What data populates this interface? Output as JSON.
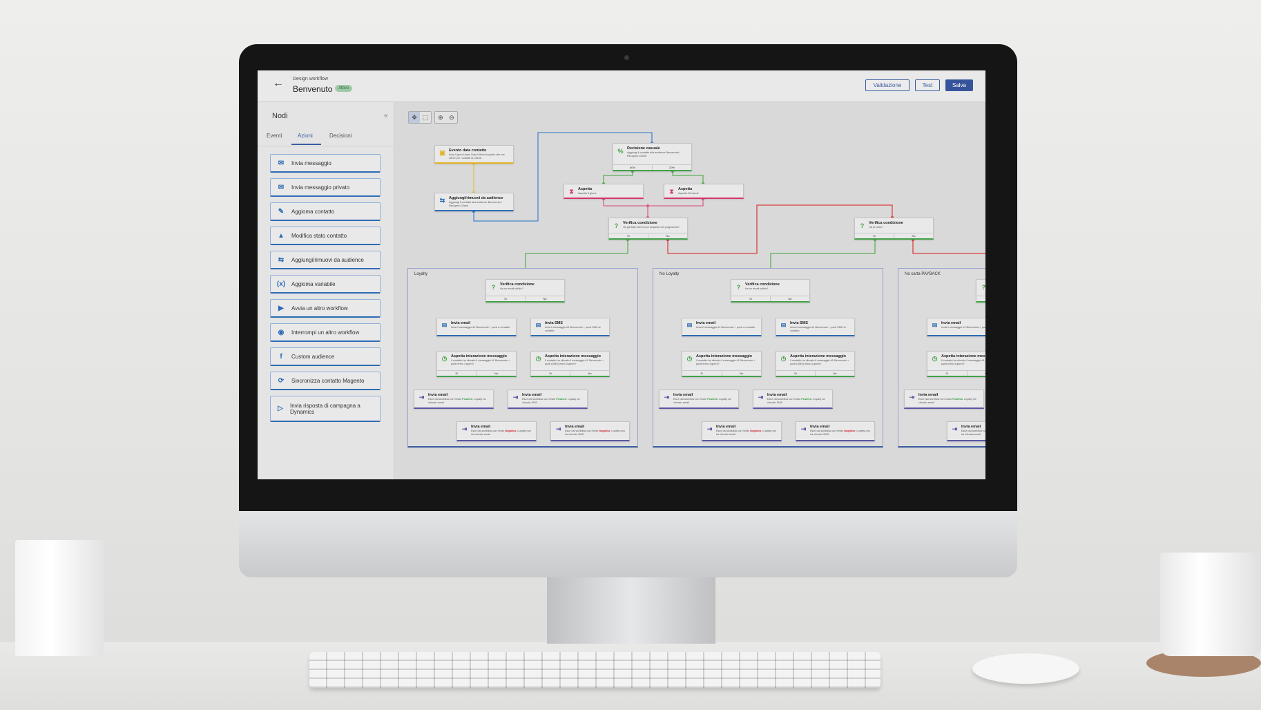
{
  "header": {
    "subtitle": "Design workflow",
    "title": "Benvenuto",
    "status": "Attivo",
    "buttons": {
      "validate": "Validazione",
      "test": "Test",
      "save": "Salva"
    }
  },
  "sidebar": {
    "title": "Nodi",
    "tabs": [
      "Eventi",
      "Azioni",
      "Decisioni"
    ],
    "active_tab": "Azioni",
    "items": [
      {
        "label": "Invia messaggio",
        "icon": "envelope-icon"
      },
      {
        "label": "Invia messaggio privato",
        "icon": "private-message-icon"
      },
      {
        "label": "Aggioma contatto",
        "icon": "user-edit-icon"
      },
      {
        "label": "Modifica stato contatto",
        "icon": "user-status-icon"
      },
      {
        "label": "Aggiungi/rimuovi da audience",
        "icon": "audience-icon"
      },
      {
        "label": "Aggioma variabile",
        "icon": "variable-icon"
      },
      {
        "label": "Avvia un altro workflow",
        "icon": "play-circle-icon"
      },
      {
        "label": "Interrompi un altro workflow",
        "icon": "stop-circle-icon"
      },
      {
        "label": "Custom audience",
        "icon": "facebook-icon"
      },
      {
        "label": "Sincronizza contatto Magento",
        "icon": "sync-icon"
      },
      {
        "label": "Invia risposta di campagna a Dynamics",
        "icon": "dynamics-icon"
      }
    ]
  },
  "toolbar": {
    "tools": [
      "move-icon",
      "select-icon",
      "zoom-in-icon",
      "zoom-out-icon"
    ]
  },
  "colors": {
    "primary": "#36529a",
    "trigger": "#e2b32a",
    "action": "#2d6bb3",
    "decision": "#43a047",
    "wait": "#d8336f",
    "exit": "#5b55a6",
    "positive": "#2e9a3a",
    "negative": "#d0262e"
  },
  "workflow": {
    "trigger": {
      "title": "Evento data contatto",
      "desc": "Invia 5 giorni dopo Data Ultimo Acquisto alle ore 18:00 per i contatti di Clienti"
    },
    "audience": {
      "title": "Aggiungi/rimuovi da audience",
      "desc": "Aggiungi il contatto alla audience Benvenuto / Recupero Clienti"
    },
    "decision": {
      "title": "Decisione casuale",
      "desc": "Aggiungi il contatto alla audience Benvenuto / Recupero Clienti",
      "branches": [
        "80%",
        "20%"
      ]
    },
    "wait1": {
      "title": "Aspetta",
      "desc": "Aspetta 3 giorni"
    },
    "wait2": {
      "title": "Aspetta",
      "desc": "Aspetta 15 minuti"
    },
    "cond_main": {
      "title": "Verifica condizione",
      "desc": "Ha già fatto almeno un acquisto nel programma?",
      "branches": [
        "Sì",
        "No"
      ]
    },
    "cond_card": {
      "title": "Verifica condizione",
      "desc": "Ha la carta?",
      "branches": [
        "Sì",
        "No"
      ]
    },
    "groups": [
      {
        "label": "Loyalty",
        "segment": "Loyalty"
      },
      {
        "label": "No Loyalty",
        "segment": "Loyalty"
      },
      {
        "label": "No carta PAYBACK",
        "segment": "Loyalty"
      }
    ],
    "group_nodes": {
      "cond": {
        "title": "Verifica condizione",
        "desc": "Ha un email valida?",
        "branches": [
          "Sì",
          "No"
        ]
      },
      "email": {
        "title": "Invia email",
        "desc": "Invia il messaggio #1 Benvenuto + punti a contatto"
      },
      "sms": {
        "title": "Invia SMS",
        "desc": "Invia il messaggio #1 Benvenuto + punti SMS al contatto"
      },
      "wait_email": {
        "title": "Aspetta interazione messaggio",
        "desc": "Il contatto ha cliccato il messaggio #1 Benvenuto + punti entro 3 giorni?",
        "branches": [
          "Sì",
          "No"
        ]
      },
      "wait_sms": {
        "title": "Aspetta interazione messaggio",
        "desc": "Il contatto ha cliccato il messaggio #1 Benvenuto + punti (SMS) entro 3 giorni?",
        "branches": [
          "Sì",
          "No"
        ]
      },
      "exit_pos_email": {
        "title": "Invia email",
        "pre": "Esce dal workflow con l'esito ",
        "outcome": "Positivo",
        "post": ": Loyalty ha cliccato email"
      },
      "exit_pos_sms": {
        "title": "Invia email",
        "pre": "Esce dal workflow con l'esito ",
        "outcome": "Positivo",
        "post": ": Loyalty ha cliccato SMS"
      },
      "exit_neg_email": {
        "title": "Invia email",
        "pre": "Esce dal workflow con l'esito ",
        "outcome": "Negativo",
        "post": ": Loyalty non ha cliccato email"
      },
      "exit_neg_sms": {
        "title": "Invia email",
        "pre": "Esce dal workflow con l'esito ",
        "outcome": "Negativo",
        "post": ": Loyalty non ha cliccato SMS"
      }
    }
  }
}
